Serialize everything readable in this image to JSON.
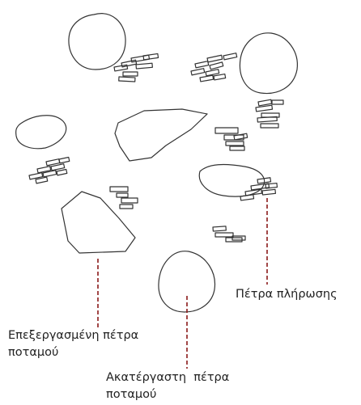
{
  "labels": {
    "filling_stone": "Πέτρα πλήρωσης",
    "processed_river_stone": [
      "Επεξεργασμένη πέτρα",
      "ποταμού"
    ],
    "unprocessed_river_stone": [
      "Ακατέργαστη  πέτρα",
      "ποταμού"
    ]
  },
  "colors": {
    "outline": "#333333",
    "leader": "#8b1a1a"
  }
}
